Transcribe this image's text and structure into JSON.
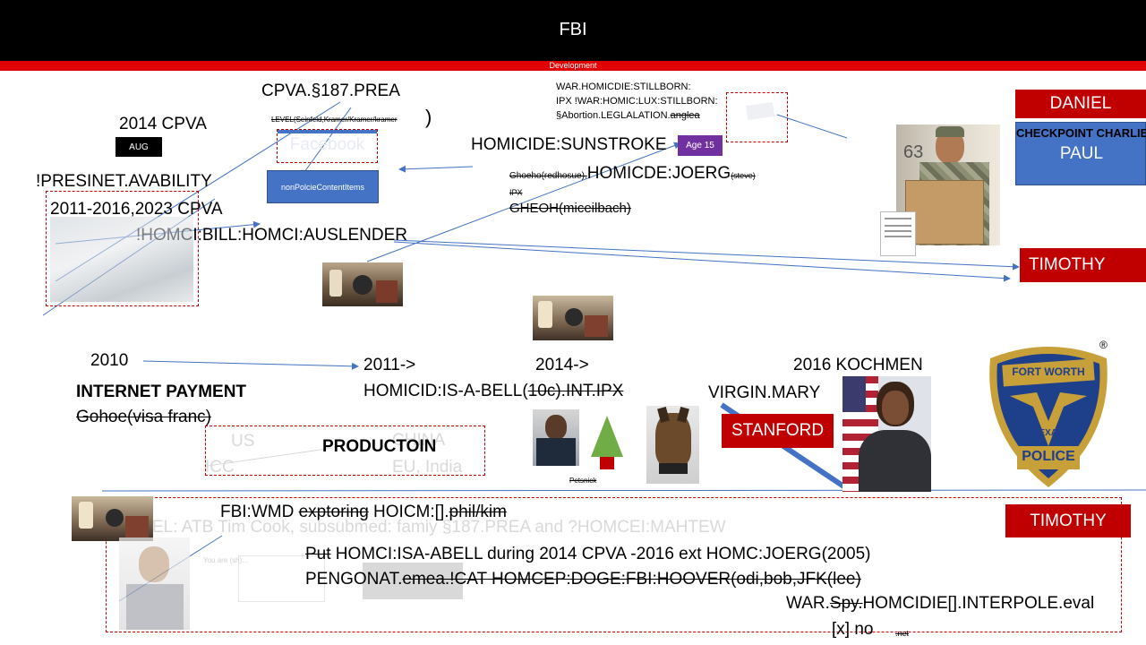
{
  "header": {
    "title": "FBI",
    "subtitle": "Development"
  },
  "texts": {
    "cpva_187": "CPVA.§187.PREA",
    "cpva_2014": "2014 CPVA",
    "aug": "AUG",
    "level_line": "LEVEL(Seinfeld,Kramer/Kramer/kramer",
    "level_paren": ")",
    "facebook": "Facebook",
    "nonpolicie": "nonPolcieContentItems",
    "presinet": "!PRESINET.AVABILITY",
    "cpva_years": "2011-2016,2023  CPVA",
    "homci_bill": "!HOMCI:BILL:HOMCI:AUSLENDER",
    "war_homicide_1": "WAR.HOMICDIE:STILLBORN:",
    "war_homicide_2": "IPX !WAR:HOMIC:LUX:STILLBORN:",
    "abortion_main": "§Abortion.LEGLALATION.",
    "abortion_strike": "anglea",
    "homicide_sunstroke": "HOMICIDE:SUNSTROKE",
    "age15": "Age 15",
    "ghoeho_strike": "Ghoeho(redhosue).",
    "homicde_joerg": "HOMICDE:JOERG",
    "steve_strike": "(steve)",
    "ipx_strike": "IPX",
    "gheoh_strike": "GHEOH(miceilbach)",
    "daniel": "DANIEL",
    "checkpoint": "CHECKPOINT CHARLIE",
    "paul": "PAUL",
    "timothy_1": "TIMOTHY",
    "timothy_2": "TIMOTHY",
    "y2010": "2010",
    "internet_payment": "INTERNET PAYMENT",
    "gohoe_strike": "Gohoe(visa franc)",
    "y2011": "2011->",
    "homicid_bell": "HOMICID:IS-A-BELL(",
    "bell_strike": "10c).INT.IPX",
    "y2014": "2014->",
    "kochmen": "2016 KOCHMEN",
    "virgin_mary": "VIRGIN.MARY",
    "stanford": "STANFORD",
    "petsnick": "Petsnick",
    "us": "US",
    "icc": "ICC",
    "china": "CHINA",
    "eu_india": "EU, India",
    "productoin": "PRODUCTOIN",
    "fbi_wmd_a": "FBI:WMD ",
    "fbi_wmd_strike1": "exptoring",
    "fbi_wmd_b": " HOICM:[].",
    "fbi_wmd_strike2": "phil/kim",
    "faded_line": "EL: ATB Tim Cook,  subsubmed: famiy §187.PREA and ?HOMCEI:MAHTEW",
    "put_strike": "Put",
    "put_rest": " HOMCI:ISA-ABELL during 2014 CPVA -2016 ext HOMC:JOERG(2005)",
    "pengonat_a": "PENGONAT.",
    "pengonat_strike": "emea.!CAT HOMCEP:DOGE:FBI:HOOVER(odi,bob,JFK(lee)",
    "war_a": "WAR.",
    "war_strike": "Spy.",
    "war_b": "HOMCIDIE[].INTERPOLE.eval",
    "xno": "[x] no",
    "net": ".net",
    "you_are": "You are (sh)...",
    "police_top": "FORT WORTH",
    "police_mid": "TEXAS",
    "police_bottom": "POLICE",
    "registered": "®",
    "sign_number": "63"
  },
  "colors": {
    "accent_red": "#c00000",
    "header_bg": "#000000",
    "button_blue": "#4472c4",
    "age_purple": "#7030a0",
    "line_blue": "#4472c4"
  }
}
